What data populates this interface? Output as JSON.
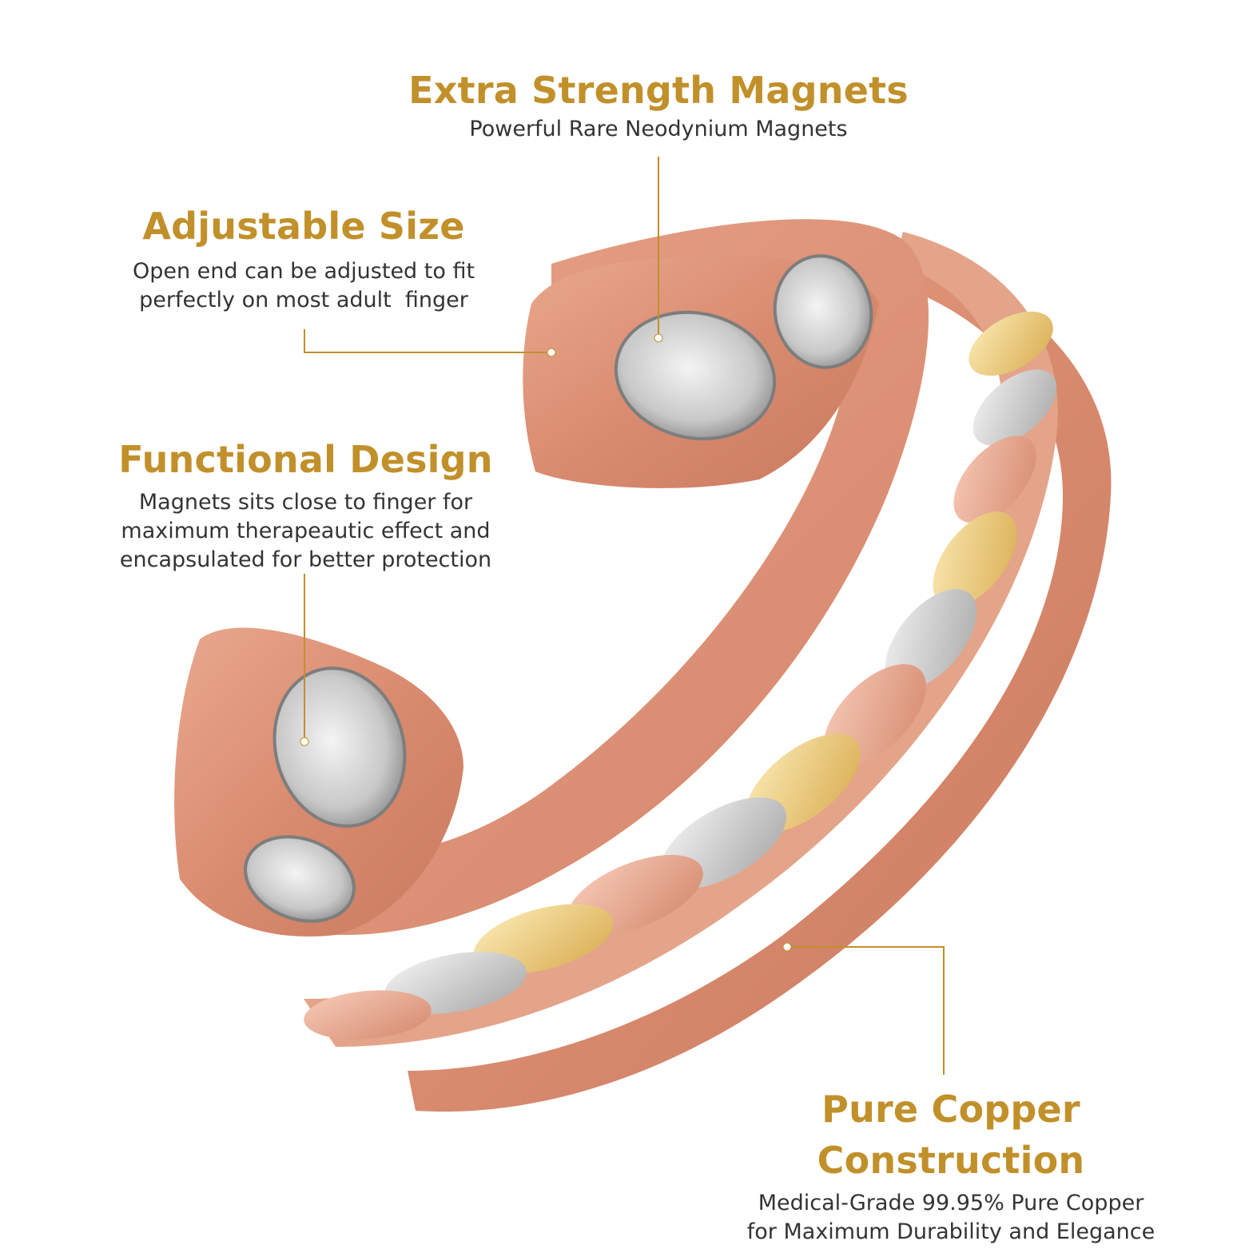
{
  "accent_color": "#c1902a",
  "features": {
    "magnets": {
      "title": "Extra Strength Magnets",
      "lines": [
        "Powerful Rare Neodynium Magnets"
      ]
    },
    "adjustable": {
      "title": "Adjustable Size",
      "lines": [
        "Open end can be adjusted to fit",
        "perfectly on most adult  finger"
      ]
    },
    "design": {
      "title": "Functional Design",
      "lines": [
        "Magnets sits close to finger for",
        "maximum therapeautic effect and",
        "encapsulated for better protection"
      ]
    },
    "copper": {
      "title": "Pure Copper Construction",
      "lines": [
        "Medical-Grade 99.95% Pure Copper",
        "for Maximum Durability and Elegance"
      ]
    }
  },
  "product": {
    "name": "copper-magnetic-ring",
    "colors": {
      "copper": "#d98b6f",
      "copper_dark": "#b86a50",
      "silver": "#c9c9c9",
      "gold": "#e6c87a"
    }
  }
}
